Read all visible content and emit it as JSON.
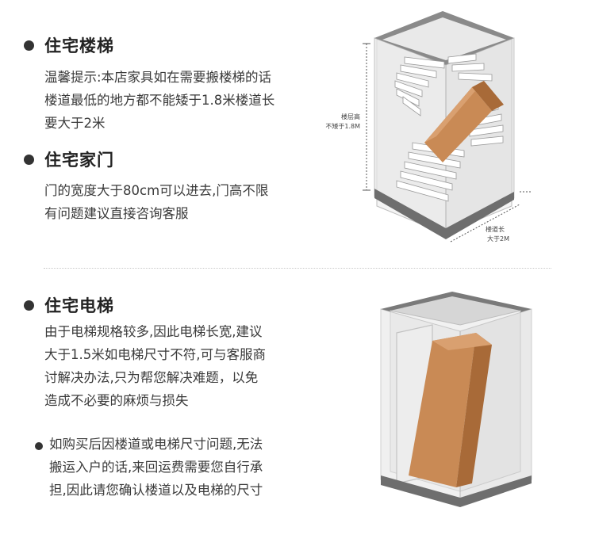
{
  "stairs": {
    "title": "住宅楼梯",
    "lines": [
      "温馨提示:本店家具如在需要搬楼梯的话",
      "楼道最低的地方都不能矮于1.8米楼道长",
      "要大于2米"
    ]
  },
  "door": {
    "title": "住宅家门",
    "lines": [
      "门的宽度大于80cm可以进去,门高不限",
      "有问题建议直接咨询客服"
    ]
  },
  "elevator": {
    "title": "住宅电梯",
    "lines": [
      "由于电梯规格较多,因此电梯长宽,建议",
      "大于1.5米如电梯尺寸不符,可与客服商",
      "讨解决办法,只为帮您解决难题，以免",
      "造成不必要的麻烦与损失"
    ]
  },
  "note": {
    "lines": [
      "如购买后因楼道或电梯尺寸问题,无法",
      "搬运入户的话,来回运费需要您自行承",
      "担,因此请您确认楼道以及电梯的尺寸"
    ]
  },
  "diagram_labels": {
    "height_line1": "楼层高",
    "height_line2": "不矮于1.8M",
    "length_line1": "楼道长",
    "length_line2": "大于2M"
  },
  "colors": {
    "box_fill": "#c98a55",
    "box_top": "#d9a070",
    "box_side": "#a86a38",
    "frame_top": "#7a7a7a",
    "frame_wall": "#eeeeee",
    "floor": "#6e6e6e"
  }
}
